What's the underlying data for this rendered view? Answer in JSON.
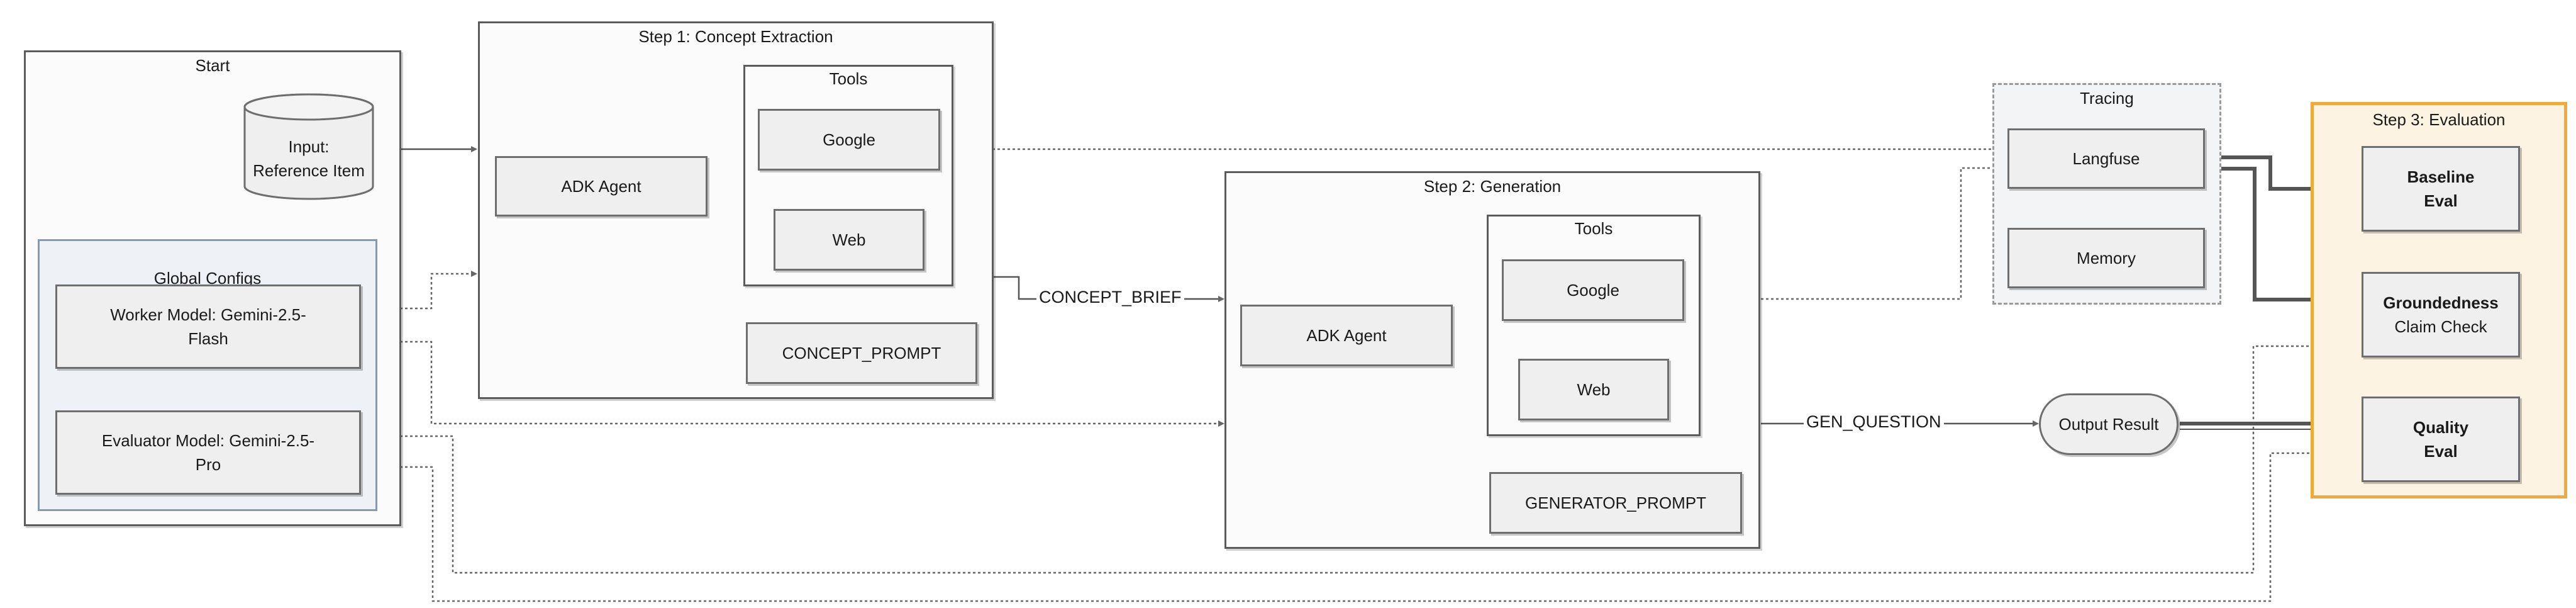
{
  "start": {
    "title": "Start",
    "input_line1": "Input:",
    "input_line2": "Reference Item",
    "global_configs": {
      "title": "Global Configs",
      "worker_line1": "Worker Model: Gemini-2.5-",
      "worker_line2": "Flash",
      "evaluator_line1": "Evaluator Model: Gemini-2.5-",
      "evaluator_line2": "Pro"
    }
  },
  "step1": {
    "title": "Step 1: Concept Extraction",
    "agent": "ADK Agent",
    "tools_title": "Tools",
    "tool_google": "Google",
    "tool_web": "Web",
    "prompt": "CONCEPT_PROMPT"
  },
  "step2": {
    "title": "Step 2: Generation",
    "agent": "ADK Agent",
    "tools_title": "Tools",
    "tool_google": "Google",
    "tool_web": "Web",
    "prompt": "GENERATOR_PROMPT"
  },
  "edges": {
    "concept_brief": "CONCEPT_BRIEF",
    "gen_question": "GEN_QUESTION"
  },
  "output": {
    "label": "Output Result"
  },
  "tracing": {
    "title": "Tracing",
    "langfuse": "Langfuse",
    "memory": "Memory"
  },
  "step3": {
    "title": "Step 3: Evaluation",
    "baseline_line1": "Baseline",
    "baseline_line2": "Eval",
    "groundedness_line1": "Groundedness",
    "groundedness_line2": "Claim Check",
    "quality_line1": "Quality",
    "quality_line2": "Eval"
  },
  "colors": {
    "evaluation_border": "#f2a93b",
    "global_configs_border": "#8899aa",
    "connector": "#666666"
  }
}
